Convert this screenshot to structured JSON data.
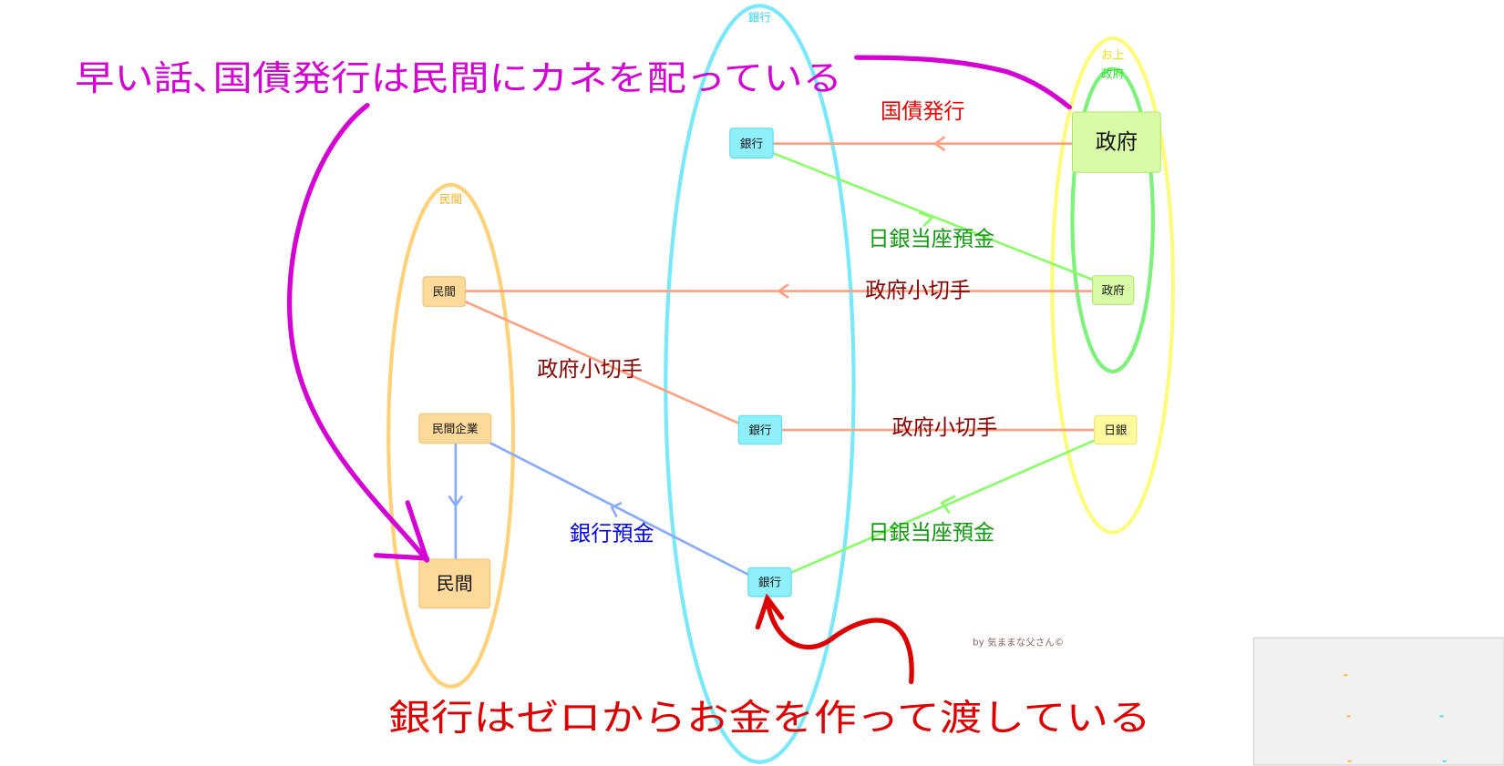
{
  "groups": {
    "private": {
      "label": "民間",
      "color": "#ffd27a"
    },
    "bank": {
      "label": "銀行",
      "color": "#7ae8fb"
    },
    "authority": {
      "label": "お上",
      "color": "#fffb7a"
    },
    "government": {
      "label": "政府",
      "color": "#7cf27a"
    }
  },
  "nodes": {
    "gov_top": "政府",
    "bank_top": "銀行",
    "gov_mid": "政府",
    "private_mid": "民間",
    "bank_mid": "銀行",
    "boj": "日銀",
    "private_company": "民間企業",
    "private_bottom": "民間",
    "bank_bottom": "銀行"
  },
  "edges": {
    "bond_issue": "国債発行",
    "boj_deposit_1": "日銀当座預金",
    "gov_check_1": "政府小切手",
    "gov_check_2": "政府小切手",
    "gov_check_3": "政府小切手",
    "bank_deposit": "銀行預金",
    "boj_deposit_2": "日銀当座預金"
  },
  "annotations": {
    "top": "早い話､国債発行は民間にカネを配っている",
    "bottom": "銀行はゼロからお金を作って渡している",
    "credit": "by 気ままな父さん©"
  },
  "colors": {
    "magenta": "#d400d4",
    "red": "#dd0000",
    "salmon": "#ffa080",
    "green_edge": "#88ff66",
    "blue_edge": "#88aaff"
  }
}
